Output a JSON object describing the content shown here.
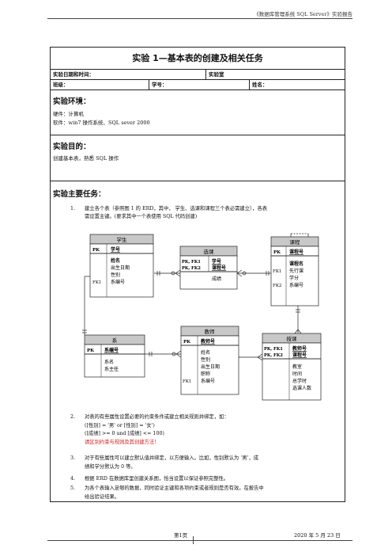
{
  "header": {
    "text": "《数据库管理系统 SQL Server》实验报告"
  },
  "title": "实验 1—基本表的创建及相关任务",
  "info": {
    "date_label": "实验日期和时间：",
    "room_label": "实验室",
    "class_label": "班级：",
    "id_label": "学号：",
    "name_label": "姓名："
  },
  "environment": {
    "heading": "实验环境：",
    "hardware": "硬件：计算机",
    "software": "软件：win7 操作系统、SQL sever 2000"
  },
  "purpose": {
    "heading": "实验目的：",
    "text": "创建基本表，熟悉 SQL 操作"
  },
  "tasks": {
    "heading": "实验主要任务：",
    "t1_num": "1.",
    "t1_line1": "建立各个表（参照图 1 的 ERD，其中，  学生、选课和课程三个表必需建立），各表",
    "t1_line2": "需设置主键。(要求其中一个表使用 SQL 代码创建)",
    "t2_num": "2.",
    "t2_line1": "对表的有些属性设置必要的约束条件或建立相关规则并绑定，如：",
    "t2_line2": "([性别] = '男' or [性别] = '女')",
    "t2_line3": "([成绩] >= 0 and [成绩] <= 100)",
    "t2_line4": "请区别约束与规则及其创建方法!",
    "t3_num": "3.",
    "t3_line1": "对于有些属性可以建立默认值并绑定，以方便输入。比如，性别默认为 ‘男’，成",
    "t3_line2": "绩和学分默认为 0 等。",
    "t4_num": "4.",
    "t4_line1": "根据 ERD 在数据库里创建关系图，恰当设置以保证参照完整性。",
    "t5_num": "5.",
    "t5_line1": "为各个表输入足够的数据，同时验证主键和各项约束或者规则是否有效。在报告中",
    "t5_line2": "给出验证结果。"
  },
  "erd": {
    "student": {
      "title": "学生",
      "pk": "PK",
      "pk_field": "学号",
      "fk": "FK1",
      "fields": [
        "姓名",
        "出生日期",
        "性别",
        "系编号"
      ]
    },
    "enroll": {
      "title": "选课",
      "pk": "PK, FK1",
      "pk2": "PK, FK2",
      "pk_field": "学号",
      "pk_field2": "课程号",
      "fields": [
        "成绩"
      ]
    },
    "course": {
      "title": "课程",
      "pk": "PK",
      "pk_field": "课程号",
      "fk1": "FK1",
      "fk2": "FK2",
      "fields": [
        "课程名",
        "先行课",
        "学分",
        "系编号"
      ]
    },
    "dept": {
      "title": "系",
      "pk": "PK",
      "pk_field": "系编号",
      "fields": [
        "系名",
        "系主任"
      ]
    },
    "teacher": {
      "title": "教师",
      "pk": "PK",
      "pk_field": "教师号",
      "fk": "FK1",
      "fields": [
        "姓名",
        "性别",
        "出生日期",
        "职称",
        "系编号"
      ]
    },
    "teach": {
      "title": "授课",
      "pk": "PK, FK1",
      "pk2": "PK, FK2",
      "pk_field": "教师号",
      "pk_field2": "课程号",
      "fields": [
        "教室",
        "时间",
        "总学时",
        "选课人数"
      ]
    }
  },
  "footer": {
    "page": "第1页",
    "date": "2020 年 5 月 23 日"
  },
  "colors": {
    "entity_header": "#c8c8c8",
    "accent_red": "#d21e1e",
    "line": "#222222"
  }
}
